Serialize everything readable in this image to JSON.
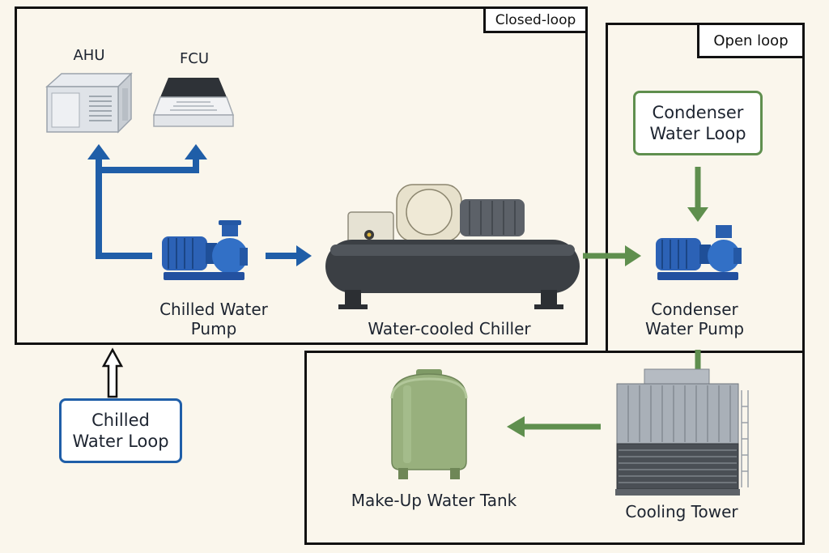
{
  "regions": {
    "closed_loop_label": "Closed-loop",
    "open_loop_label": "Open loop"
  },
  "equipment": {
    "ahu": "AHU",
    "fcu": "FCU",
    "chilled_water_pump": "Chilled Water\nPump",
    "chiller": "Water-cooled Chiller",
    "condenser_water_pump": "Condenser\nWater Pump",
    "cooling_tower": "Cooling Tower",
    "makeup_tank": "Make-Up Water Tank"
  },
  "loops": {
    "chilled": "Chilled\nWater Loop",
    "condenser": "Condenser\nWater Loop"
  },
  "colors": {
    "chilled_flow": "#1f5ea8",
    "condenser_flow": "#5f8f4e",
    "frame": "#111111"
  },
  "icons": [
    "ahu-unit-icon",
    "fcu-cassette-icon",
    "centrifugal-pump-icon",
    "water-chiller-icon",
    "cooling-tower-icon",
    "water-tank-icon"
  ]
}
